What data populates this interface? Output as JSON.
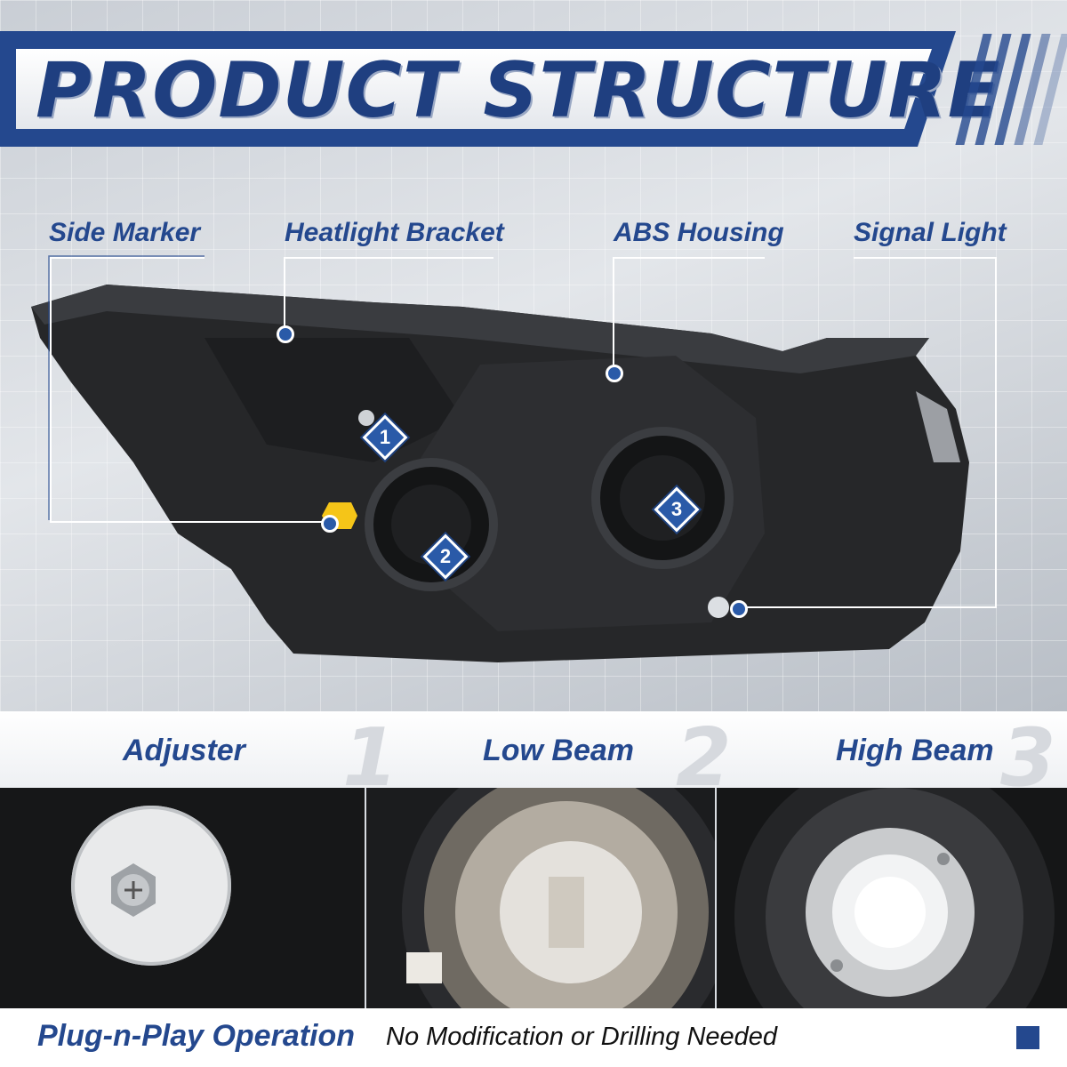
{
  "header": {
    "title": "PRODUCT STRUCTURE"
  },
  "callouts": {
    "side_marker": "Side Marker",
    "bracket": "Heatlight Bracket",
    "housing": "ABS Housing",
    "signal": "Signal Light"
  },
  "badges": {
    "one": "1",
    "two": "2",
    "three": "3"
  },
  "features": [
    {
      "label": "Adjuster",
      "num": "1"
    },
    {
      "label": "Low Beam",
      "num": "2"
    },
    {
      "label": "High Beam",
      "num": "3"
    }
  ],
  "footer": {
    "main": "Plug-n-Play Operation",
    "sub": "No Modification or Drilling Needed"
  },
  "colors": {
    "brand_blue": "#24488e",
    "accent_yellow": "#f5c518"
  }
}
